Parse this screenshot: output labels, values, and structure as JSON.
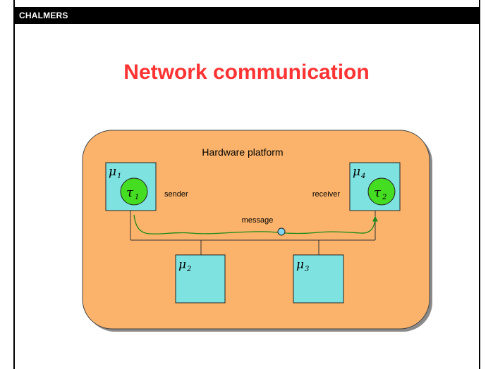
{
  "header": {
    "brand": "CHALMERS"
  },
  "slide": {
    "title": "Network communication"
  },
  "diagram": {
    "platform_label": "Hardware platform",
    "sender_label": "sender",
    "receiver_label": "receiver",
    "message_label": "message",
    "nodes": [
      {
        "symbol": "μ",
        "index": "1"
      },
      {
        "symbol": "μ",
        "index": "4"
      },
      {
        "symbol": "μ",
        "index": "2"
      },
      {
        "symbol": "μ",
        "index": "3"
      }
    ],
    "tasks": [
      {
        "symbol": "τ",
        "index": "1"
      },
      {
        "symbol": "τ",
        "index": "2"
      }
    ],
    "colors": {
      "platform_fill": "#fbb36b",
      "node_fill": "#7ee3e0",
      "task_fill": "#44dd22",
      "message_path": "#1a8a1a",
      "message_dot": "#7ed6f0",
      "title": "#ff3333"
    }
  }
}
